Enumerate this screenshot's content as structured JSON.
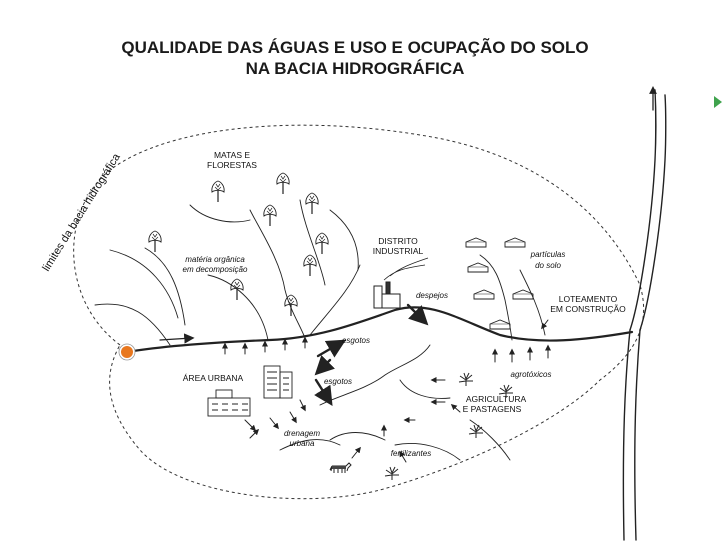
{
  "title": {
    "line1": "QUALIDADE DAS ÁGUAS E USO E OCUPAÇÃO DO SOLO",
    "line2": "NA BACIA HIDROGRÁFICA"
  },
  "labels": {
    "basin_limit": "limites da bacia hidrográfica",
    "forests_1": "MATAS E",
    "forests_2": "FLORESTAS",
    "organic_1": "matéria orgânica",
    "organic_2": "em decomposição",
    "industrial_1": "DISTRITO",
    "industrial_2": "INDUSTRIAL",
    "discharges": "despejos",
    "particles_1": "partículas",
    "particles_2": "do solo",
    "allotment_1": "LOTEAMENTO",
    "allotment_2": "EM CONSTRUÇÃO",
    "sewage_1": "esgotos",
    "sewage_2": "esgotos",
    "urban_area": "ÁREA URBANA",
    "pesticides": "agrotóxicos",
    "agriculture_1": "AGRICULTURA",
    "agriculture_2": "E PASTAGENS",
    "drainage_1": "drenagem",
    "drainage_2": "urbana",
    "fertilizers": "fertilizantes"
  },
  "colors": {
    "marker_fill": "#e8771e",
    "marker_ring": "#ffffff",
    "accent_arrow": "#3fa34d",
    "ink": "#222222"
  },
  "icons": [
    "tree-icon",
    "house-icon",
    "factory-icon",
    "building-icon",
    "cow-icon",
    "arrow-icon",
    "river-marker-icon"
  ]
}
